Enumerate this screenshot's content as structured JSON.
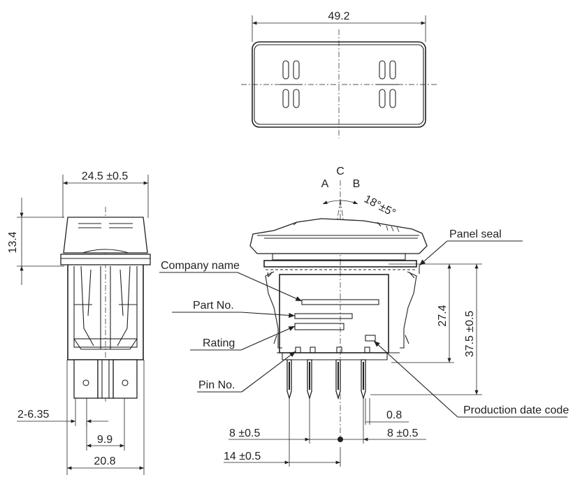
{
  "top_view": {
    "width_dim": "49.2"
  },
  "side_view": {
    "width_dim": "24.5 ±0.5",
    "height_dim": "13.4",
    "terminal_dim": "2-6.35",
    "pitch_dim": "9.9",
    "base_dim": "20.8"
  },
  "front_view": {
    "pos_a": "A",
    "pos_c": "C",
    "pos_b": "B",
    "angle": "18°±5°",
    "h1": "27.4",
    "h2": "37.5 ±0.5",
    "pin_thk": "0.8",
    "pitch_left": "8 ±0.5",
    "pitch_right": "8 ±0.5",
    "overall": "14 ±0.5"
  },
  "callouts": {
    "panel_seal": "Panel seal",
    "company_name": "Company name",
    "part_no": "Part No.",
    "rating": "Rating",
    "pin_no": "Pin No.",
    "production_date_code": "Production date code"
  }
}
